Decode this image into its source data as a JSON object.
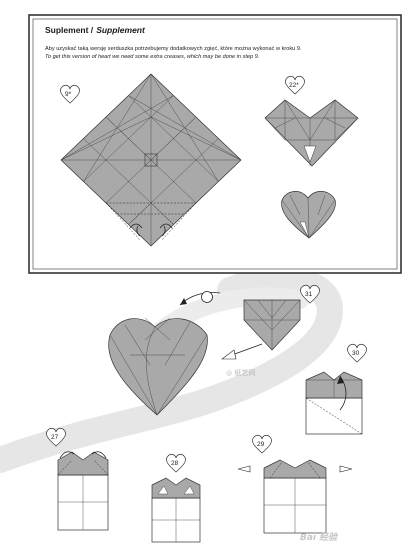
{
  "supplement": {
    "title_pl": "Suplement /",
    "title_en": "Supplement",
    "text_pl": "Aby uzyskać taką wersję serduszka potrzebujemy dodatkowych zgięć, które można wykonać w kroku 9.",
    "text_en": "To get this version of heart we need some extra creases, which may be done in step 9.",
    "step_left": "9*",
    "step_right": "22*"
  },
  "steps": {
    "s27": "27",
    "s28": "28",
    "s29": "29",
    "s30": "30",
    "s31": "31"
  },
  "watermarks": {
    "center": "◎ 纸艺网",
    "bottom": "Bai  经验"
  },
  "colors": {
    "paper": "#a9a9a9",
    "swirl": "#e3e3e3",
    "frame": "#333333"
  },
  "icons": [
    "heart-step-badge",
    "curved-arrow",
    "push-arrow",
    "rotate-arrow"
  ]
}
